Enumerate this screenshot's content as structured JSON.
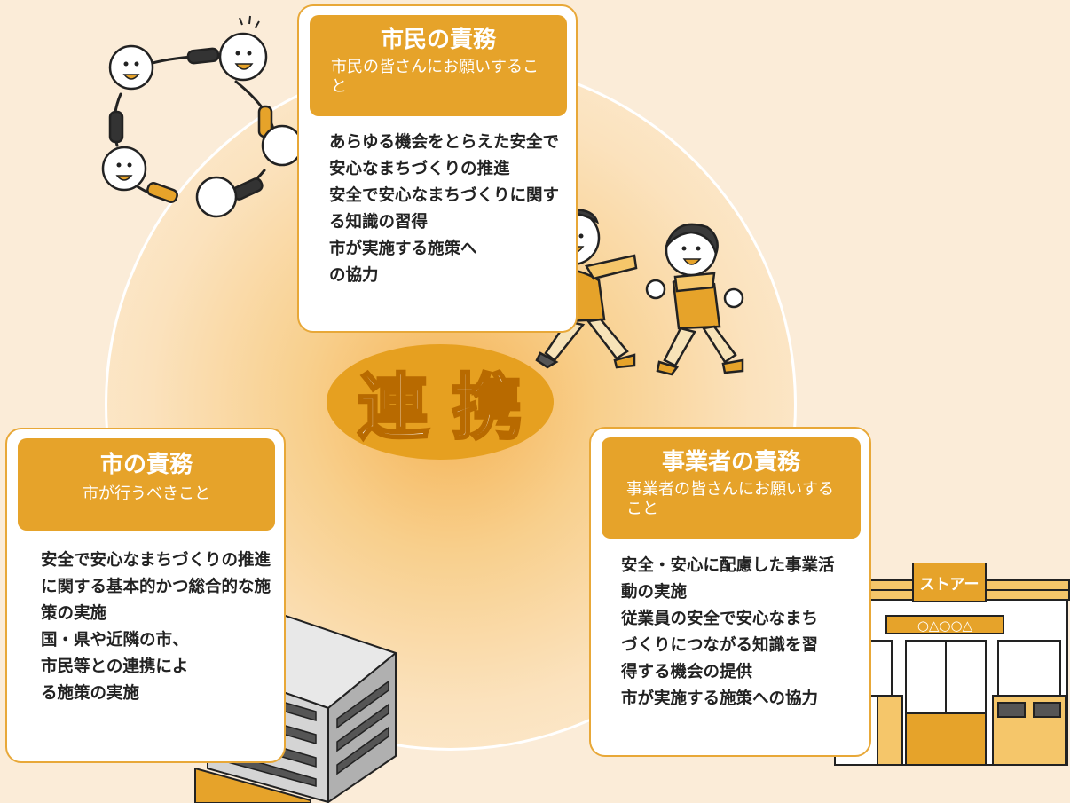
{
  "center": {
    "title": "連携"
  },
  "citizen": {
    "title": "市民の責務",
    "subtitle": "市民の皆さんにお願いすること",
    "items": [
      "あらゆる機会をとらえた安全で安心なまちづくりの推進",
      "安全で安心なまちづくりに関する知識の習得",
      "市が実施する施策への協力"
    ]
  },
  "city": {
    "title": "市の責務",
    "subtitle": "市が行うべきこと",
    "items": [
      "安全で安心なまちづくりの推進に関する基本的かつ総合的な施策の実施",
      "国・県や近隣の市、市民等との連携による施策の実施"
    ]
  },
  "business": {
    "title": "事業者の責務",
    "subtitle": "事業者の皆さんにお願いすること",
    "items": [
      "安全・安心に配慮した事業活動の実施",
      "従業員の安全で安心なまちづくりにつながる知識を習得する機会の提供",
      "市が実施する施策への協力"
    ]
  },
  "store": {
    "sign": "ストアー",
    "name": "○△○○△"
  },
  "colors": {
    "background": "#fbecd8",
    "accent": "#e6a32a",
    "circle": "#f8cf8c",
    "text": "#222222"
  },
  "icons": [
    "children-circle-icon",
    "walking-children-icon",
    "city-hall-building-icon",
    "store-icon"
  ]
}
